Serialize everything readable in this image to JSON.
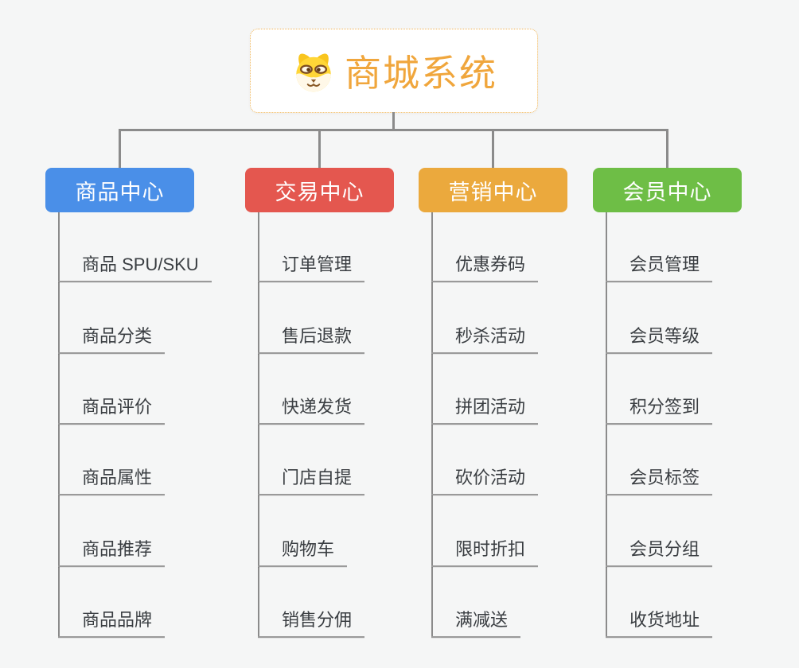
{
  "root": {
    "title": "商城系统",
    "icon": "dog-face-icon"
  },
  "branches": [
    {
      "label": "商品中心",
      "color": "#4a8fe8",
      "children": [
        "商品 SPU/SKU",
        "商品分类",
        "商品评价",
        "商品属性",
        "商品推荐",
        "商品品牌"
      ]
    },
    {
      "label": "交易中心",
      "color": "#e4574f",
      "children": [
        "订单管理",
        "售后退款",
        "快递发货",
        "门店自提",
        "购物车",
        "销售分佣"
      ]
    },
    {
      "label": "营销中心",
      "color": "#eba93d",
      "children": [
        "优惠券码",
        "秒杀活动",
        "拼团活动",
        "砍价活动",
        "限时折扣",
        "满减送"
      ]
    },
    {
      "label": "会员中心",
      "color": "#6ebe46",
      "children": [
        "会员管理",
        "会员等级",
        "积分签到",
        "会员标签",
        "会员分组",
        "收货地址"
      ]
    }
  ],
  "colors": {
    "background": "#f5f6f6",
    "connector": "#8b8b8b",
    "underline": "#9a9a9a",
    "topic_text": "#3a3e42",
    "root_title": "#f0a63c",
    "root_border": "#f0b65a"
  }
}
